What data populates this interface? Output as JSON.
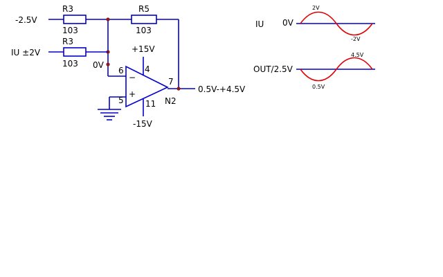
{
  "circuit": {
    "input_top": "-2.5V",
    "input_mid": "IU ±2V",
    "r_top_name": "R3",
    "r_top_value": "103",
    "r_mid_name": "R3",
    "r_mid_value": "103",
    "r_fb_name": "R5",
    "r_fb_value": "103",
    "node_label": "0V",
    "pin_inv": "6",
    "pin_noninv": "5",
    "pin_vplus": "4",
    "pin_vminus": "11",
    "pin_out": "7",
    "supply_pos": "+15V",
    "supply_neg": "-15V",
    "minus_sign": "−",
    "plus_sign": "+",
    "chip": "N2",
    "output_range": "0.5V-+4.5V"
  },
  "waveforms": {
    "top": {
      "name": "IU",
      "baseline": "0V",
      "peak": "2V",
      "trough": "-2V"
    },
    "bottom": {
      "name": "OUT/2.5V",
      "peak": "4.5V",
      "trough": "0.5V"
    }
  },
  "colors": {
    "wire": "#0000cc",
    "wave": "#e00000",
    "junction": "#8b1a1a",
    "text": "#000000"
  }
}
